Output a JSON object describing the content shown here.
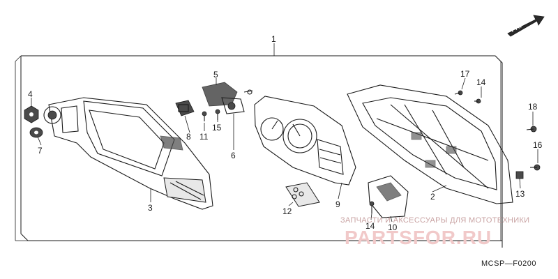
{
  "diagram": {
    "callouts": [
      {
        "id": "c1",
        "label": "1"
      },
      {
        "id": "c2",
        "label": "2"
      },
      {
        "id": "c3",
        "label": "3"
      },
      {
        "id": "c4",
        "label": "4"
      },
      {
        "id": "c5",
        "label": "5"
      },
      {
        "id": "c6",
        "label": "6"
      },
      {
        "id": "c7",
        "label": "7"
      },
      {
        "id": "c8",
        "label": "8"
      },
      {
        "id": "c9",
        "label": "9"
      },
      {
        "id": "c10",
        "label": "10"
      },
      {
        "id": "c11",
        "label": "11"
      },
      {
        "id": "c12",
        "label": "12"
      },
      {
        "id": "c13",
        "label": "13"
      },
      {
        "id": "c14a",
        "label": "14"
      },
      {
        "id": "c14b",
        "label": "14"
      },
      {
        "id": "c15",
        "label": "15"
      },
      {
        "id": "c16",
        "label": "16"
      },
      {
        "id": "c17",
        "label": "17"
      },
      {
        "id": "c18",
        "label": "18"
      }
    ],
    "direction_label": "FR.",
    "drawing_code": "MCSP—F0200",
    "watermark": {
      "line1": "ЗАПЧАСТИ И АКСЕССУАРЫ ДЛЯ МОТОТЕХНИКИ",
      "line2": "PARTSFOR.RU"
    }
  }
}
